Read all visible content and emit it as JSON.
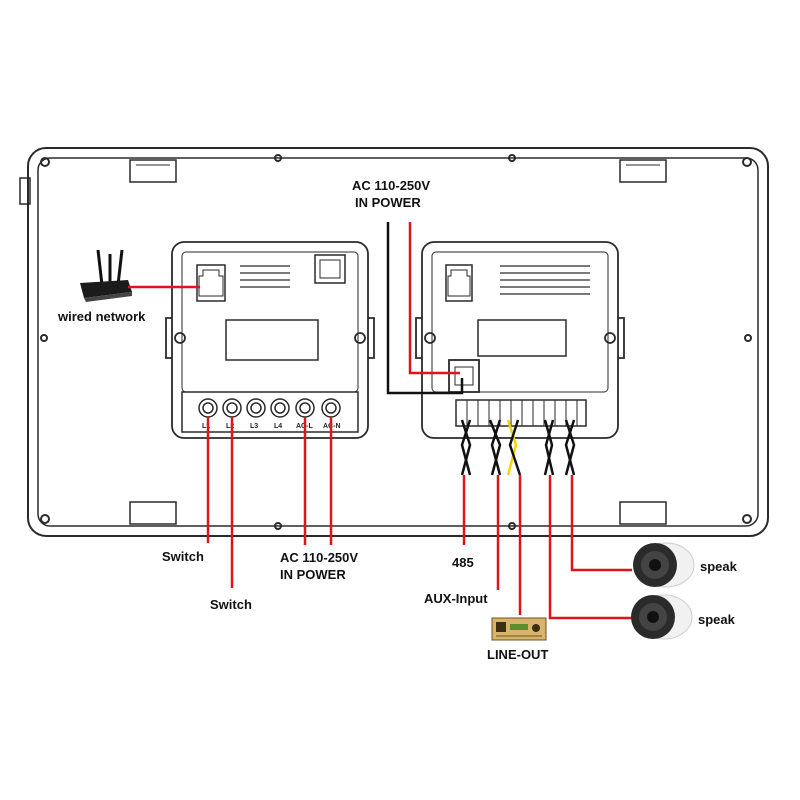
{
  "labels": {
    "ac_power_top_line1": "AC 110-250V",
    "ac_power_top_line2": "IN POWER",
    "wired_network": "wired network",
    "switch_1": "Switch",
    "switch_2": "Switch",
    "ac_power_bottom_line1": "AC 110-250V",
    "ac_power_bottom_line2": "IN POWER",
    "rs485": "485",
    "aux_input": "AUX-Input",
    "line_out": "LINE-OUT",
    "speaker_1": "speak",
    "speaker_2": "speak"
  },
  "terminal_labels": [
    "L1",
    "L2",
    "L3",
    "L4",
    "AC-L",
    "AC-N"
  ],
  "colors": {
    "wire_red": "#e0141c",
    "wire_black": "#111111",
    "wire_yellow": "#f2d600",
    "outline": "#2a2a2a"
  }
}
